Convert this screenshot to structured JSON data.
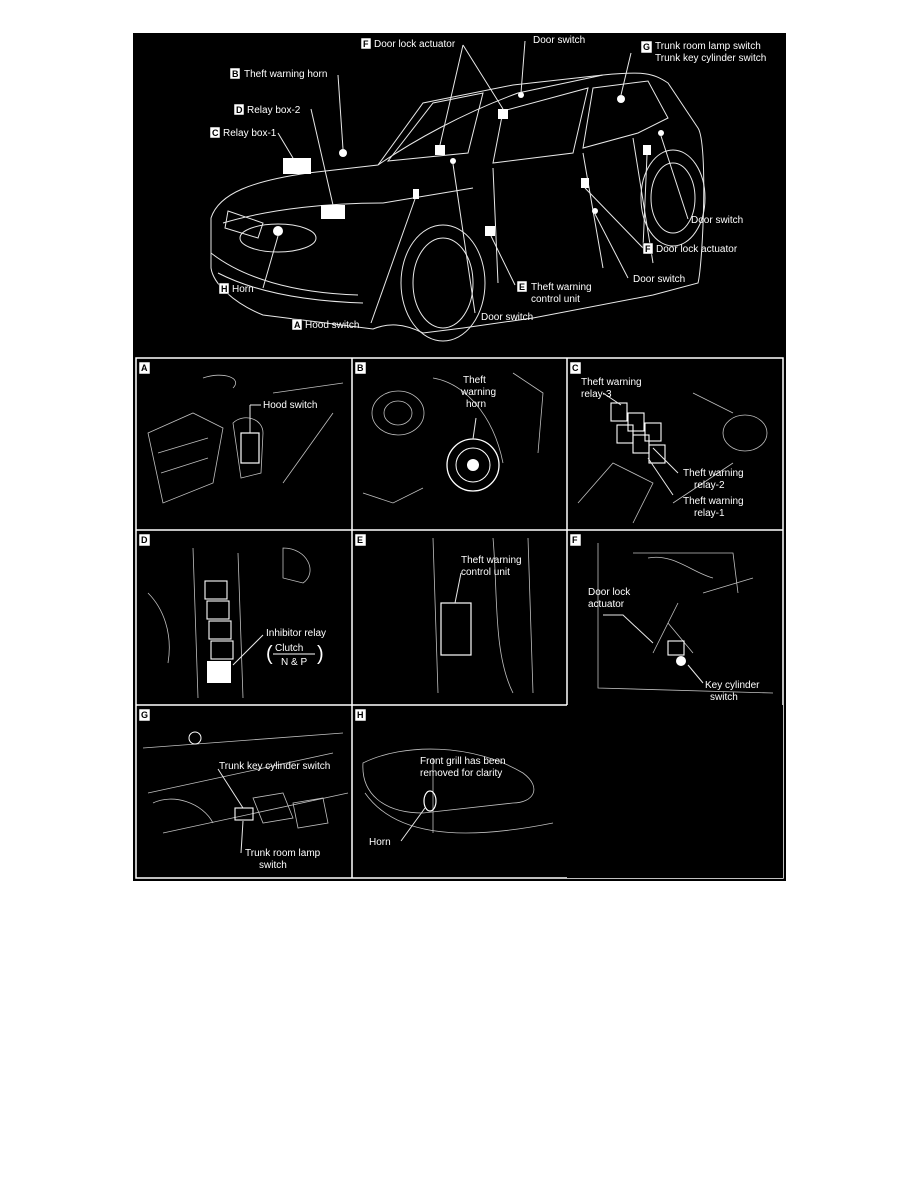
{
  "overview": {
    "labels": {
      "door_lock_actuator_top": {
        "tag": "F",
        "text": "Door lock actuator"
      },
      "door_switch_top": {
        "text": "Door switch"
      },
      "trunk_switches": {
        "tag": "G",
        "line1": "Trunk room lamp switch",
        "line2": "Trunk key cylinder switch"
      },
      "theft_warning_horn": {
        "tag": "B",
        "text": "Theft warning horn"
      },
      "relay_box_2": {
        "tag": "D",
        "text": "Relay box-2"
      },
      "relay_box_1": {
        "tag": "C",
        "text": "Relay box-1"
      },
      "door_switch_rear": {
        "text": "Door switch"
      },
      "door_lock_actuator_rear": {
        "tag": "F",
        "text": "Door lock actuator"
      },
      "door_switch_lower": {
        "text": "Door switch"
      },
      "theft_warning_control_unit": {
        "tag": "E",
        "line1": "Theft warning",
        "line2": "control unit"
      },
      "horn": {
        "tag": "H",
        "text": "Horn"
      },
      "hood_switch": {
        "tag": "A",
        "text": "Hood switch"
      },
      "door_switch_front": {
        "text": "Door switch"
      }
    }
  },
  "panels": [
    {
      "tag": "A",
      "labels": [
        "Hood switch"
      ]
    },
    {
      "tag": "B",
      "labels": [
        "Theft",
        "warning",
        "horn"
      ]
    },
    {
      "tag": "C",
      "labels": [
        "Theft warning",
        "relay-3",
        "Theft warning",
        "relay-2",
        "Theft warning",
        "relay-1"
      ]
    },
    {
      "tag": "D",
      "labels": [
        "Inhibitor relay",
        "Clutch",
        "N & P"
      ]
    },
    {
      "tag": "E",
      "labels": [
        "Theft warning",
        "control unit"
      ]
    },
    {
      "tag": "F",
      "labels": [
        "Door lock",
        "actuator",
        "Key cylinder",
        "switch"
      ]
    },
    {
      "tag": "G",
      "labels": [
        "Trunk key cylinder switch",
        "Trunk room lamp",
        "switch"
      ]
    },
    {
      "tag": "H",
      "labels": [
        "Front grill has been",
        "removed for clarity",
        "Horn"
      ]
    }
  ]
}
